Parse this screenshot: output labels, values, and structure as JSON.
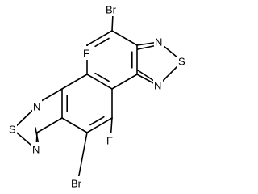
{
  "molecule": {
    "atoms": [
      {
        "id": "a1",
        "label": "Br"
      },
      {
        "id": "a2",
        "label": "F"
      },
      {
        "id": "a3",
        "label": "N"
      },
      {
        "id": "a4",
        "label": "S"
      },
      {
        "id": "a5",
        "label": "N"
      },
      {
        "id": "a6",
        "label": "N"
      },
      {
        "id": "a7",
        "label": "S"
      },
      {
        "id": "a8",
        "label": "N"
      },
      {
        "id": "a9",
        "label": "F"
      },
      {
        "id": "a10",
        "label": "Br"
      }
    ]
  }
}
